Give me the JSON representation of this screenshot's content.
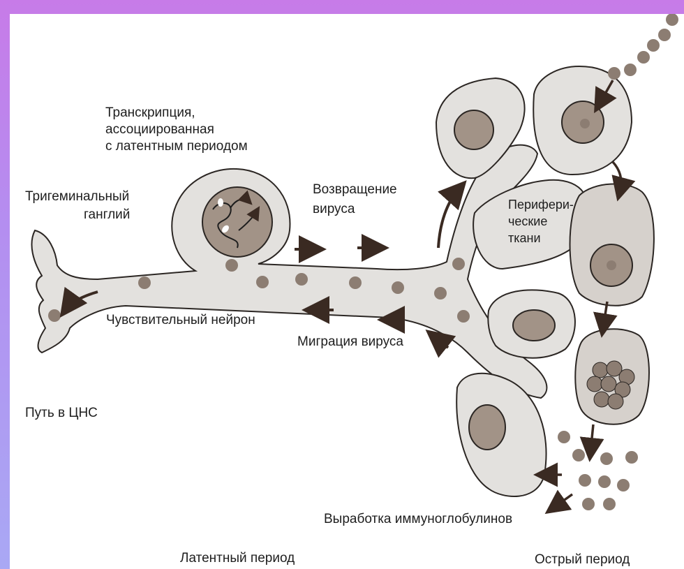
{
  "labels": {
    "transcription_line1": "Транскрипция,",
    "transcription_line2": "ассоциированная",
    "transcription_line3": "с латентным периодом",
    "ganglion_line1": "Тригеминальный",
    "ganglion_line2": "ганглий",
    "return_line1": "Возвращение",
    "return_line2": "вируса",
    "peripheral_line1": "Перифери-",
    "peripheral_line2": "ческие",
    "peripheral_line3": "ткани",
    "sensory_neuron": "Чувствительный нейрон",
    "migration": "Миграция вируса",
    "cns_path": "Путь в ЦНС",
    "immunoglobulins": "Выработка иммуноглобулинов",
    "latent_period": "Латентный период",
    "acute_period": "Острый период"
  },
  "colors": {
    "cell_fill": "#e3e1de",
    "nucleus_fill": "#a29387",
    "virus_dot": "#8c7d72",
    "outline": "#2b2623",
    "arrow": "#3a2a22",
    "page_border": "#c77be8"
  }
}
